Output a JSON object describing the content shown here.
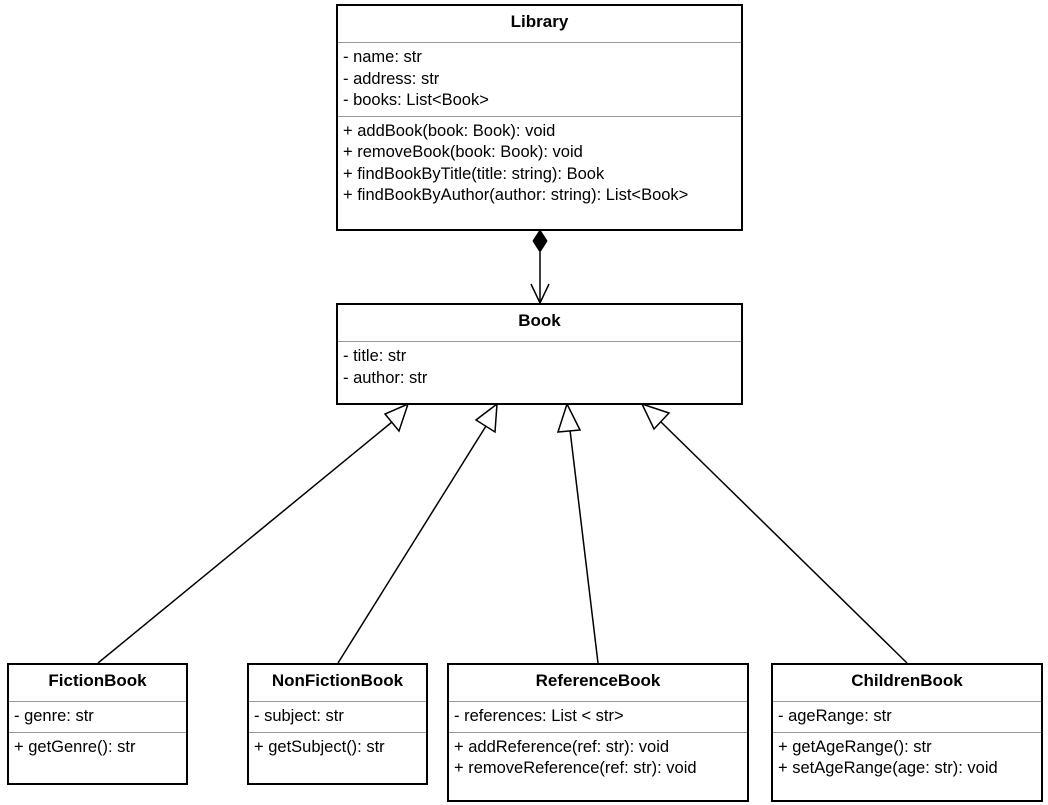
{
  "classes": {
    "library": {
      "name": "Library",
      "attributes": [
        "- name: str",
        "- address: str",
        "- books: List<Book>"
      ],
      "methods": [
        "+ addBook(book: Book): void",
        "+ removeBook(book: Book): void",
        "+ findBookByTitle(title: string): Book",
        "+ findBookByAuthor(author: string): List<Book>"
      ]
    },
    "book": {
      "name": "Book",
      "attributes": [
        "- title: str",
        "- author: str"
      ],
      "methods": []
    },
    "fiction": {
      "name": "FictionBook",
      "attributes": [
        "- genre: str"
      ],
      "methods": [
        "+ getGenre(): str"
      ]
    },
    "nonfiction": {
      "name": "NonFictionBook",
      "attributes": [
        "- subject: str"
      ],
      "methods": [
        "+ getSubject(): str"
      ]
    },
    "reference": {
      "name": "ReferenceBook",
      "attributes": [
        "- references: List < str>"
      ],
      "methods": [
        "+ addReference(ref: str): void",
        "+ removeReference(ref: str): void"
      ]
    },
    "children": {
      "name": "ChildrenBook",
      "attributes": [
        "- ageRange: str"
      ],
      "methods": [
        "+ getAgeRange(): str",
        "+ setAgeRange(age: str): void"
      ]
    }
  },
  "relationships": [
    {
      "type": "composition",
      "from": "library",
      "to": "book"
    },
    {
      "type": "inheritance",
      "from": "fiction",
      "to": "book"
    },
    {
      "type": "inheritance",
      "from": "nonfiction",
      "to": "book"
    },
    {
      "type": "inheritance",
      "from": "reference",
      "to": "book"
    },
    {
      "type": "inheritance",
      "from": "children",
      "to": "book"
    }
  ]
}
